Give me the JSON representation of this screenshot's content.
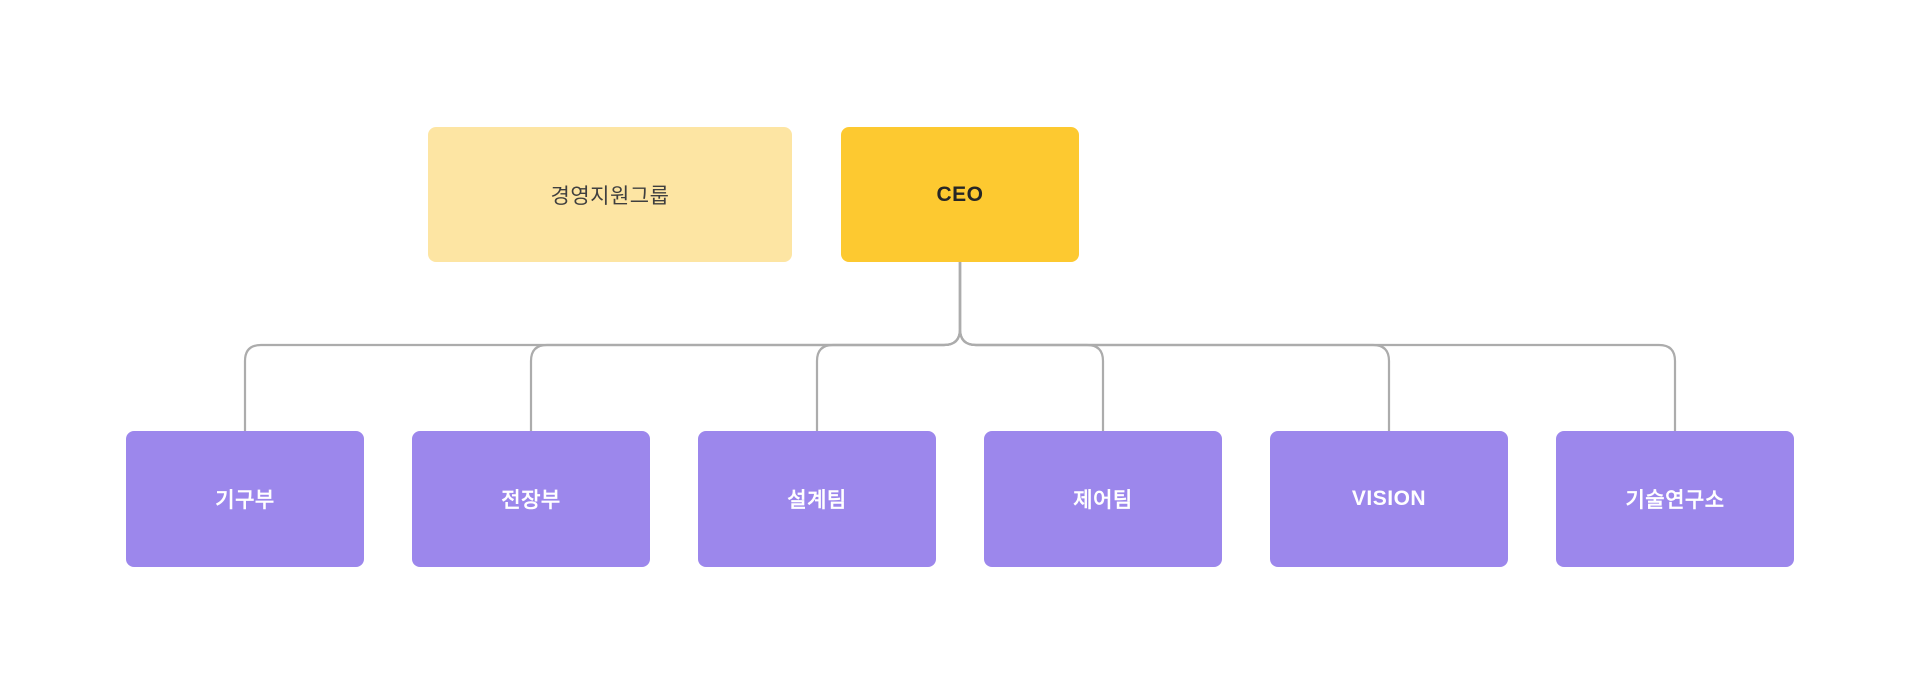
{
  "colors": {
    "background": "#ffffff",
    "assistant_fill": "#FDE5A3",
    "root_fill": "#FDC930",
    "child_fill": "#9C87EC",
    "connector": "#ACACAC",
    "assistant_text": "#3F3F3F",
    "root_text": "#262626",
    "child_text": "#FFFFFF"
  },
  "chart": {
    "assistant": {
      "label": "경영지원그룹"
    },
    "root": {
      "label": "CEO"
    },
    "children": [
      {
        "label": "기구부"
      },
      {
        "label": "전장부"
      },
      {
        "label": "설계팀"
      },
      {
        "label": "제어팀"
      },
      {
        "label": "VISION"
      },
      {
        "label": "기술연구소"
      }
    ]
  }
}
